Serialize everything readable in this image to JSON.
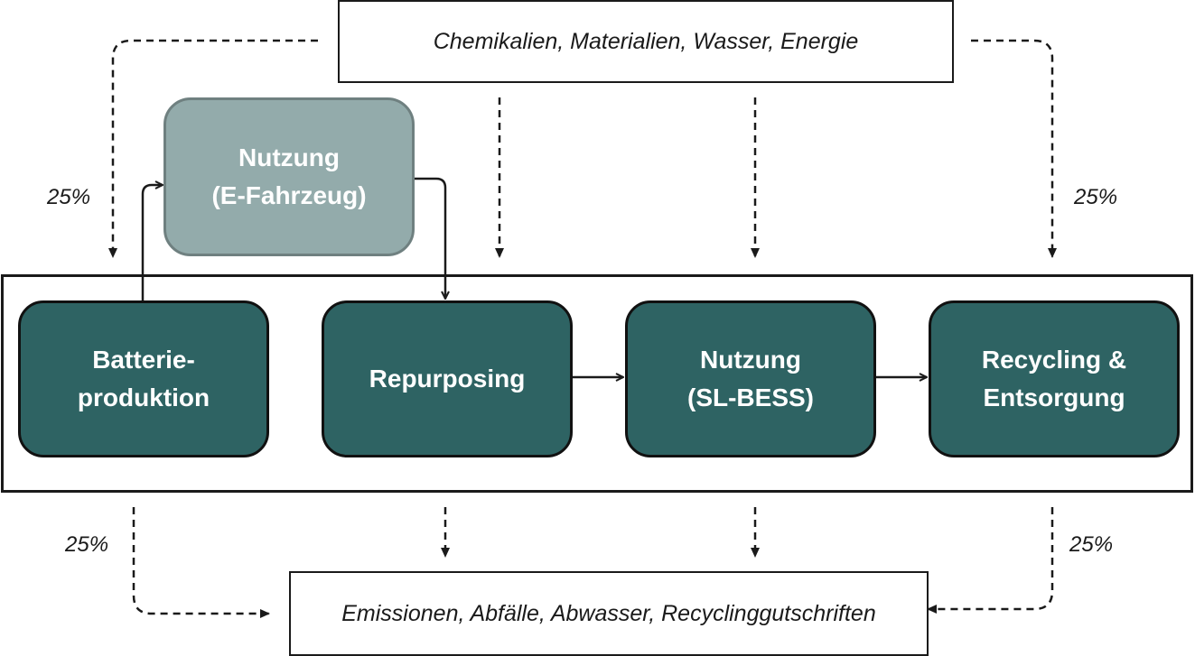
{
  "inputs_box": {
    "text": "Chemikalien, Materialien, Wasser, Energie"
  },
  "outputs_box": {
    "text": "Emissionen, Abfälle, Abwasser, Recyclinggutschriften"
  },
  "ev_use": {
    "line1": "Nutzung",
    "line2": "(E-Fahrzeug)"
  },
  "stages": [
    {
      "line1": "Batterie-",
      "line2": "produktion"
    },
    {
      "line1": "Repurposing",
      "line2": ""
    },
    {
      "line1": "Nutzung",
      "line2": "(SL-BESS)"
    },
    {
      "line1": "Recycling &",
      "line2": "Entsorgung"
    }
  ],
  "percent_labels": {
    "top_left": "25%",
    "top_right": "25%",
    "bottom_left": "25%",
    "bottom_right": "25%"
  },
  "colors": {
    "stage_fill": "#2e6363",
    "ev_use_fill": "#93abab",
    "line": "#1a1a1a"
  }
}
